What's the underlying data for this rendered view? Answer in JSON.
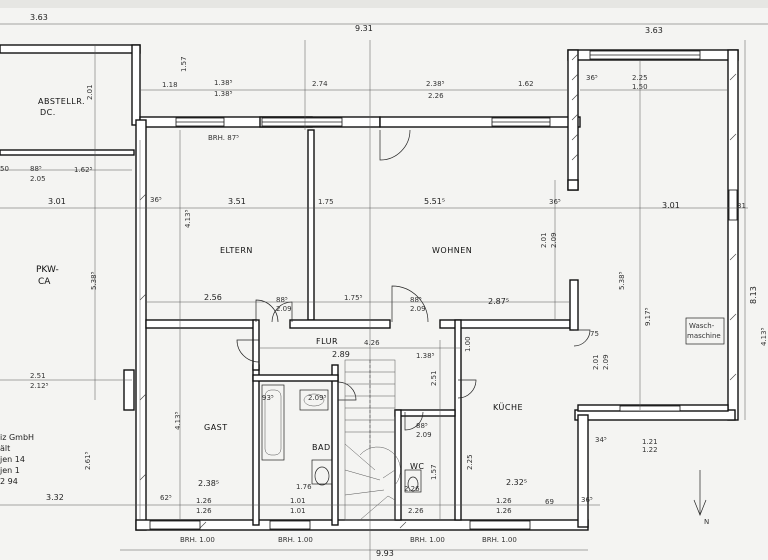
{
  "rooms": {
    "abstellr": "ABSTELLR.",
    "dc": "DC.",
    "pkw": "PKW-",
    "ca": "CA",
    "eltern": "ELTERN",
    "wohnen": "WOHNEN",
    "gast": "GAST",
    "bad": "BAD",
    "kueche": "KÜCHE",
    "flur": "FLUR",
    "wc": "WC",
    "wasch1": "Wasch-",
    "wasch2": "maschine"
  },
  "company": {
    "line1": "iz GmbH",
    "line2": "ält",
    "line3": "jen 14",
    "line4": "jen 1",
    "line5": "2 94"
  },
  "dims": {
    "top_left_363": "3.63",
    "top_931": "9.31",
    "top_right_363": "3.63",
    "d_118": "1.18",
    "d_157": "1.57",
    "d_1385a": "1.38⁵",
    "d_1385b": "1.38⁵",
    "d_274": "2.74",
    "d_2385": "2.38⁵",
    "d_226": "2.26",
    "d_162": "1.62",
    "d_365": "36⁵",
    "d_225": "2.25",
    "d_150": "1.50",
    "d_201": "2.01",
    "d_885": "88⁵",
    "d_1625": "1.62⁵",
    "d_205": "2.05",
    "d_50": "50",
    "brh875": "BRH. 87⁵",
    "d_301": "3.01",
    "d_365b": "36⁵",
    "d_351": "3.51",
    "d_175": "1.75",
    "d_5515": "5.51⁵",
    "d_365c": "36⁵",
    "d_301b": "3.01",
    "d_31": "31",
    "d_4135": "4.13⁵",
    "d_5385": "5.38⁵",
    "d_201b": "2.01",
    "d_209": "2.09",
    "d_5385b": "5.38⁵",
    "d_813": "8.13",
    "d_9175": "9.17⁵",
    "d_4135b": "4.13⁵",
    "d_256": "2.56",
    "d_885b": "88⁵",
    "d_209b": "2.09",
    "d_1755": "1.75⁵",
    "d_885c": "88⁵",
    "d_209c": "2.09",
    "d_2875": "2.87⁵",
    "d_426": "4.26",
    "d_289": "2.89",
    "d_1385c": "1.38⁵",
    "d_100": "1.00",
    "d_251": "2.51",
    "d_2125": "2.12⁵",
    "d_75": "75",
    "d_201c": "2.01",
    "d_209d": "2.09",
    "d_935": "93⁵",
    "d_2095": "2.09⁵",
    "d_885d": "88⁵",
    "d_209e": "2.09",
    "d_2615": "2.61⁵",
    "d_4135c": "4.13⁵",
    "d_2385b": "2.38⁵",
    "d_176": "1.76",
    "d_226b": "2.26",
    "d_2325": "2.32⁵",
    "d_332": "3.32",
    "d_126a": "1.26",
    "d_126b": "1.26",
    "d_101a": "1.01",
    "d_101b": "1.01",
    "d_126c": "1.26",
    "d_126d": "1.26",
    "d_226c": "2.26",
    "d_345": "34⁵",
    "d_121": "1.21",
    "d_122": "1.22",
    "d_993": "9.93",
    "brh100a": "BRH. 1.00",
    "brh100b": "BRH. 1.00",
    "brh100c": "BRH. 1.00",
    "brh100d": "BRH. 1.00",
    "d_225b": "2.25",
    "d_157b": "1.57",
    "d_625": "62⁵",
    "d_69": "69",
    "d_365d": "36⁵"
  }
}
